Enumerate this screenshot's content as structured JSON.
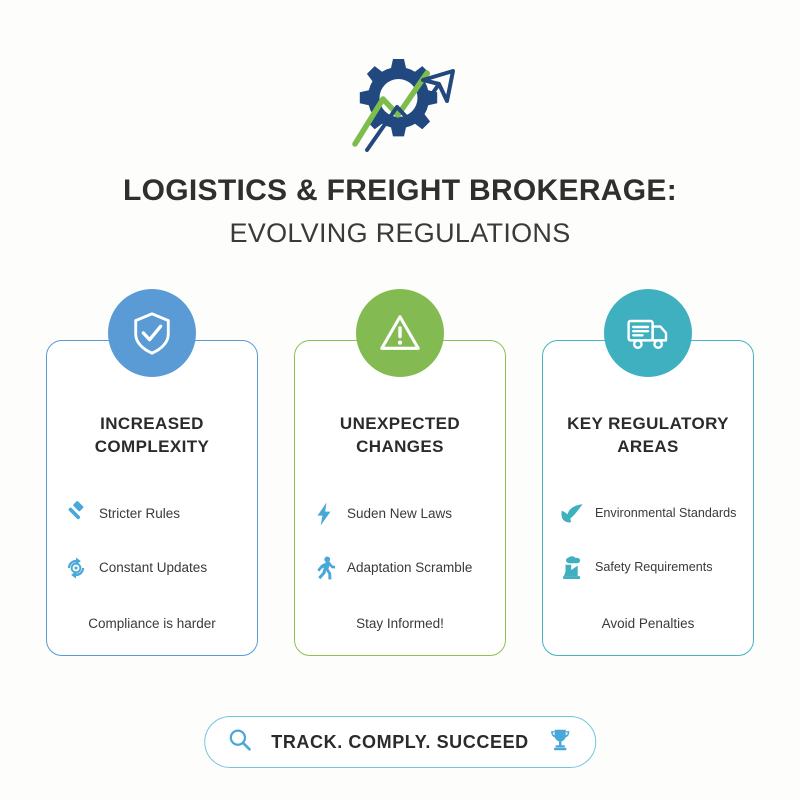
{
  "header": {
    "logo_icon": "gear-growth-arrow-logo",
    "title_main": "LOGISTICS & FREIGHT BROKERAGE:",
    "title_sub": "EVOLVING REGULATIONS"
  },
  "colors": {
    "background": "#fdfdfc",
    "blue": "#5b9bd5",
    "green": "#83bb52",
    "teal": "#3fb0c0",
    "logo_navy": "#21487f",
    "logo_green": "#7dbd4c",
    "icon_blue": "#4aa8d8",
    "icon_teal": "#3fb0c0",
    "banner_border": "#76c4e0",
    "text_dark": "#2b2b2b"
  },
  "cards": [
    {
      "accent": "#5b9bd5",
      "badge_icon": "shield-check-icon",
      "title": "INCREASED COMPLEXITY",
      "items": [
        {
          "icon": "gavel-icon",
          "label": "Stricter Rules"
        },
        {
          "icon": "refresh-sync-icon",
          "label": "Constant Updates"
        }
      ],
      "footer": "Compliance is harder"
    },
    {
      "accent": "#83bb52",
      "badge_icon": "warning-triangle-icon",
      "title": "UNEXPECTED CHANGES",
      "items": [
        {
          "icon": "lightning-bolt-icon",
          "label": "Suden New Laws"
        },
        {
          "icon": "running-person-icon",
          "label": "Adaptation Scramble"
        }
      ],
      "footer": "Stay Informed!"
    },
    {
      "accent": "#3fb0c0",
      "badge_icon": "delivery-truck-icon",
      "title": "KEY REGULATORY AREAS",
      "items": [
        {
          "icon": "leaf-icon",
          "label": "Environmental Standards"
        },
        {
          "icon": "factory-icon",
          "label": "Safety Requirements"
        }
      ],
      "footer": "Avoid Penalties"
    }
  ],
  "banner": {
    "left_icon": "search-icon",
    "text": "TRACK. COMPLY. SUCCEED",
    "right_icon": "trophy-icon"
  }
}
